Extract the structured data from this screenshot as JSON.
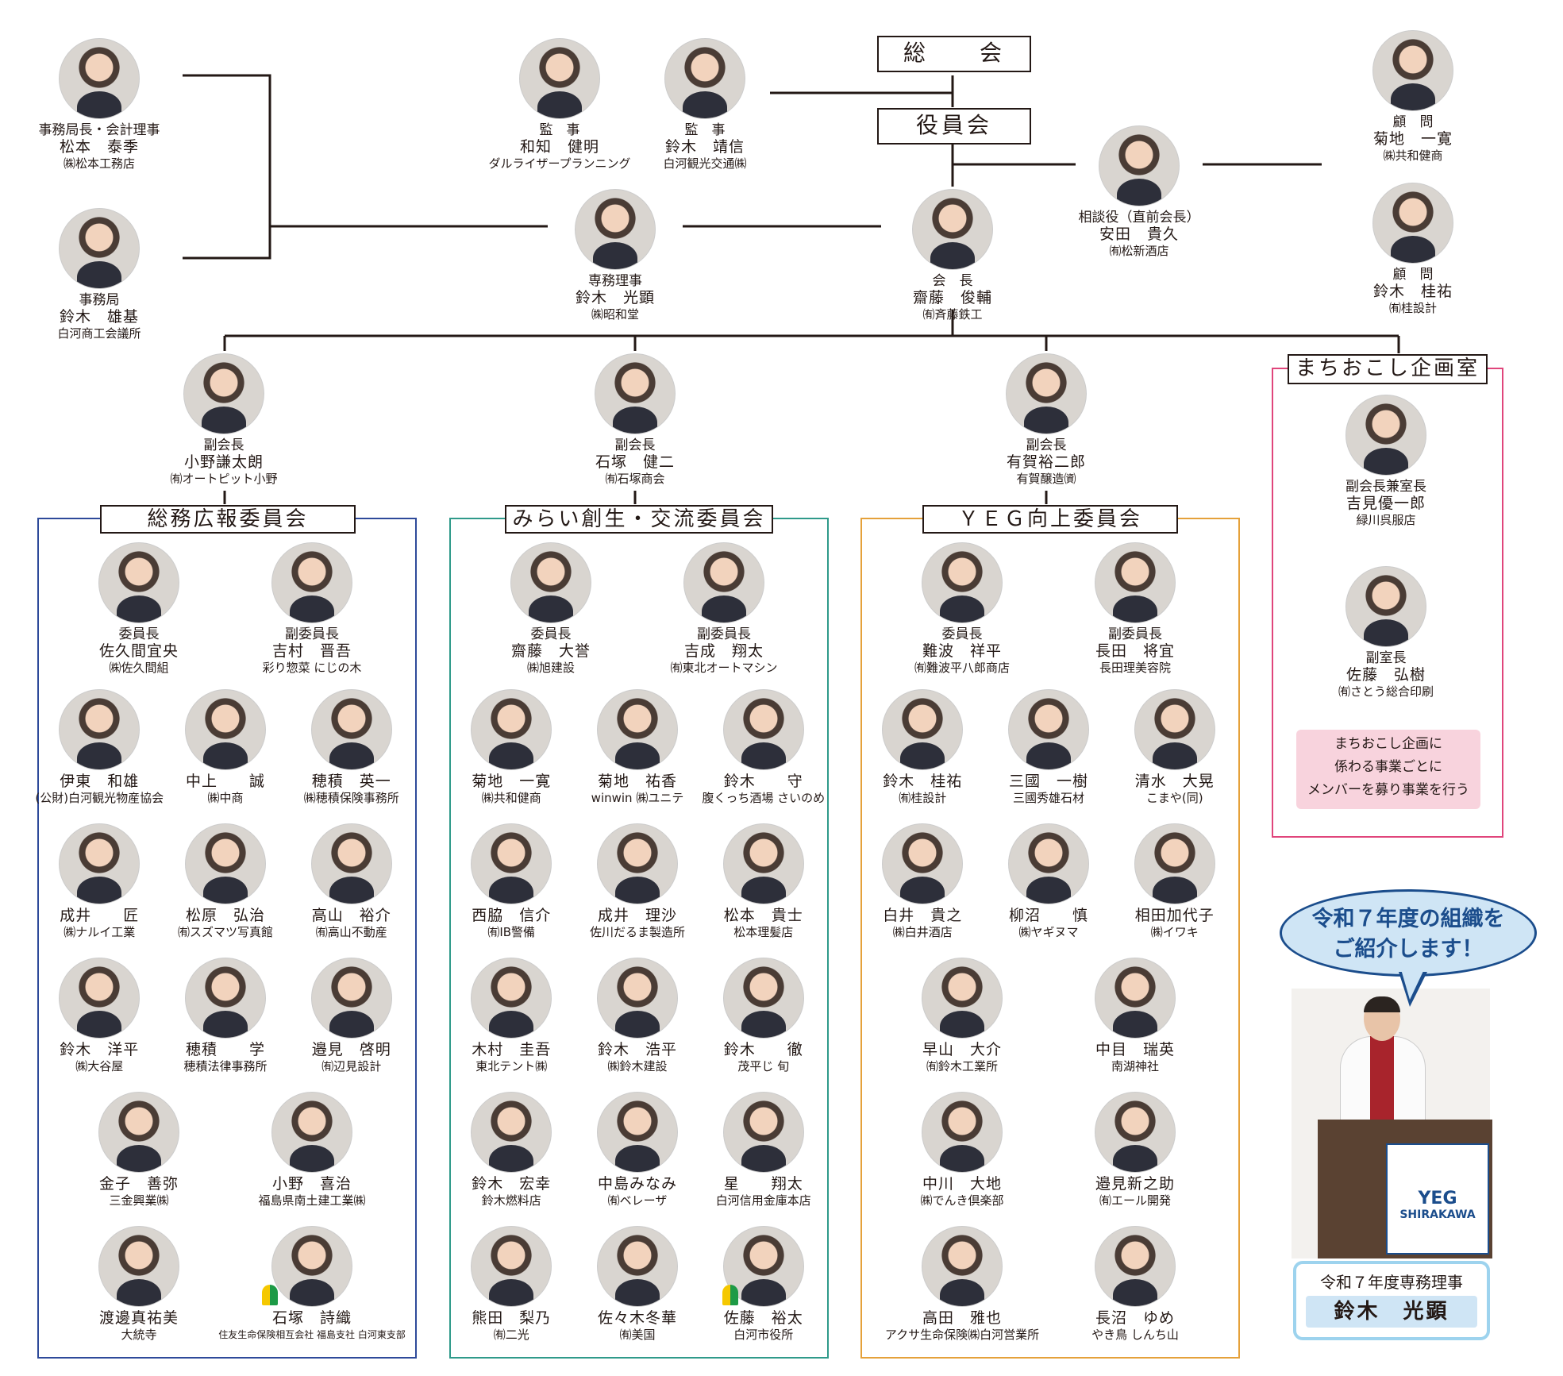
{
  "boxes": {
    "general": "総　　会",
    "board": "役員会"
  },
  "leaders": [
    {
      "key": "secgen",
      "role": "事務局長・会計理事",
      "name": "松本　泰季",
      "org": "㈱松本工務店"
    },
    {
      "key": "sec",
      "role": "事務局",
      "name": "鈴木　雄基",
      "org": "白河商工会議所"
    },
    {
      "key": "aud1",
      "role": "監　事",
      "name": "和知　健明",
      "org": "ダルライザープランニング"
    },
    {
      "key": "aud2",
      "role": "監　事",
      "name": "鈴木　靖信",
      "org": "白河観光交通㈱"
    },
    {
      "key": "adv1",
      "role": "顧　問",
      "name": "菊地　一寛",
      "org": "㈱共和健商"
    },
    {
      "key": "adv2",
      "role": "顧　問",
      "name": "鈴木　桂祐",
      "org": "㈲桂設計"
    },
    {
      "key": "counsel",
      "role": "相談役（直前会長）",
      "name": "安田　貴久",
      "org": "㈲松新酒店"
    },
    {
      "key": "exec",
      "role": "専務理事",
      "name": "鈴木　光顕",
      "org": "㈱昭和堂"
    },
    {
      "key": "pres",
      "role": "会　長",
      "name": "齋藤　俊輔",
      "org": "㈲斉藤鉄工"
    },
    {
      "key": "vp1",
      "role": "副会長",
      "name": "小野謙太朗",
      "org": "㈲オートピット小野"
    },
    {
      "key": "vp2",
      "role": "副会長",
      "name": "石塚　健二",
      "org": "㈲石塚商会"
    },
    {
      "key": "vp3",
      "role": "副会長",
      "name": "有賀裕二郎",
      "org": "有賀醸造㈾"
    }
  ],
  "machi": {
    "title": "まちおこし企画室",
    "members": [
      {
        "role": "副会長兼室長",
        "name": "吉見優一郎",
        "org": "緑川呉服店"
      },
      {
        "role": "副室長",
        "name": "佐藤　弘樹",
        "org": "㈲さとう総合印刷"
      }
    ],
    "note": [
      "まちおこし企画に",
      "係わる事業ごとに",
      "メンバーを募り事業を行う"
    ]
  },
  "committees": [
    {
      "title": "総務広報委員会",
      "color": "#2e4a9a",
      "members": [
        {
          "role": "委員長",
          "name": "佐久間宜央",
          "org": "㈱佐久間組"
        },
        {
          "role": "副委員長",
          "name": "吉村　晋吾",
          "org": "彩り惣菜 にじの木"
        },
        {
          "name": "伊東　和雄",
          "org": "(公財)白河観光物産協会"
        },
        {
          "name": "中上　　誠",
          "org": "㈱中商"
        },
        {
          "name": "穂積　英一",
          "org": "㈱穂積保険事務所"
        },
        {
          "name": "成井　　匠",
          "org": "㈱ナルイ工業"
        },
        {
          "name": "松原　弘治",
          "org": "㈲スズマツ写真館"
        },
        {
          "name": "高山　裕介",
          "org": "㈲高山不動産"
        },
        {
          "name": "鈴木　洋平",
          "org": "㈱大谷屋"
        },
        {
          "name": "穂積　　学",
          "org": "穂積法律事務所"
        },
        {
          "name": "邉見　啓明",
          "org": "㈲辺見設計"
        },
        {
          "name": "金子　善弥",
          "org": "三金興業㈱"
        },
        {
          "name": "小野　喜治",
          "org": "福島県南土建工業㈱"
        },
        {
          "name": "渡邊真祐美",
          "org": "大統寺"
        },
        {
          "name": "石塚　詩織",
          "org": "住友生命保険相互会社 福島支社 白河東支部"
        }
      ]
    },
    {
      "title": "みらい創生・交流委員会",
      "color": "#2f9a8a",
      "members": [
        {
          "role": "委員長",
          "name": "齋藤　大誉",
          "org": "㈱旭建設"
        },
        {
          "role": "副委員長",
          "name": "吉成　翔太",
          "org": "㈲東北オートマシン"
        },
        {
          "name": "菊地　一寛",
          "org": "㈱共和健商"
        },
        {
          "name": "菊地　祐香",
          "org": "winwin ㈱ユニテ"
        },
        {
          "name": "鈴木　　守",
          "org": "腹くっち酒場 さいのめ"
        },
        {
          "name": "西脇　信介",
          "org": "㈲IB警備"
        },
        {
          "name": "成井　理沙",
          "org": "佐川だるま製造所"
        },
        {
          "name": "松本　貴士",
          "org": "松本理髪店"
        },
        {
          "name": "木村　圭吾",
          "org": "東北テント㈱"
        },
        {
          "name": "鈴木　浩平",
          "org": "㈱鈴木建設"
        },
        {
          "name": "鈴木　　徹",
          "org": "茂平じ 旬"
        },
        {
          "name": "鈴木　宏幸",
          "org": "鈴木燃料店"
        },
        {
          "name": "中島みなみ",
          "org": "㈲ベレーザ"
        },
        {
          "name": "星　　翔太",
          "org": "白河信用金庫本店"
        },
        {
          "name": "熊田　梨乃",
          "org": "㈲二光"
        },
        {
          "name": "佐々木冬華",
          "org": "㈲美国"
        },
        {
          "name": "佐藤　裕太",
          "org": "白河市役所"
        }
      ]
    },
    {
      "title": "ＹＥＧ向上委員会",
      "color": "#e5a13a",
      "members": [
        {
          "role": "委員長",
          "name": "難波　祥平",
          "org": "㈲難波平八郎商店"
        },
        {
          "role": "副委員長",
          "name": "長田　将宜",
          "org": "長田理美容院"
        },
        {
          "name": "鈴木　桂祐",
          "org": "㈲桂設計"
        },
        {
          "name": "三國　一樹",
          "org": "三國秀雄石材"
        },
        {
          "name": "清水　大晃",
          "org": "こまや(同)"
        },
        {
          "name": "白井　貴之",
          "org": "㈱白井酒店"
        },
        {
          "name": "柳沼　　慎",
          "org": "㈱ヤギヌマ"
        },
        {
          "name": "相田加代子",
          "org": "㈱イワキ"
        },
        {
          "name": "早山　大介",
          "org": "㈲鈴木工業所"
        },
        {
          "name": "中目　瑞英",
          "org": "南湖神社"
        },
        {
          "name": "中川　大地",
          "org": "㈱でんき倶楽部"
        },
        {
          "name": "邉見新之助",
          "org": "㈲エール開発"
        },
        {
          "name": "高田　雅也",
          "org": "アクサ生命保険㈱白河営業所"
        },
        {
          "name": "長沼　ゆめ",
          "org": "やき鳥 しんち山"
        }
      ]
    }
  ],
  "bubble": [
    "令和７年度の組織を",
    "ご紹介します！"
  ],
  "podium_logo": [
    "YEG",
    "SHIRAKAWA"
  ],
  "caption": {
    "line1": "令和７年度専務理事",
    "line2": "鈴木　光顕"
  }
}
